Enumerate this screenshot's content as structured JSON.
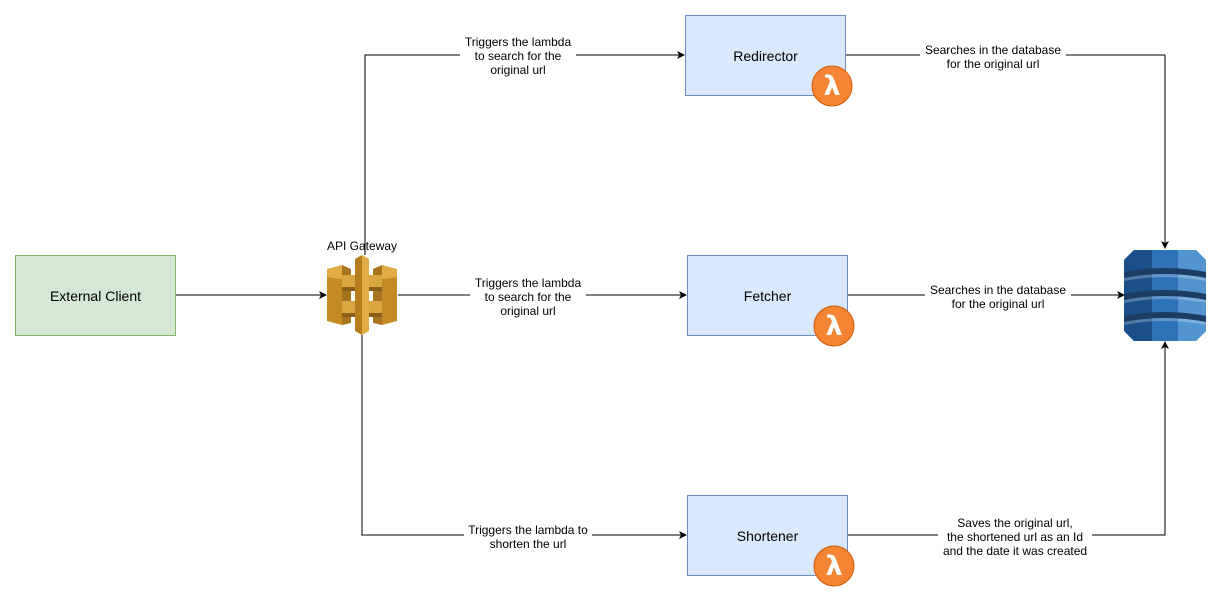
{
  "nodes": {
    "client": "External Client",
    "redirector": "Redirector",
    "fetcher": "Fetcher",
    "shortener": "Shortener"
  },
  "gateway_label": "API Gateway",
  "edges": {
    "gw_redirector": "Triggers the lambda\nto search for the\noriginal url",
    "gw_fetcher": "Triggers the lambda\nto search for the\noriginal url",
    "gw_shortener": "Triggers the lambda to\nshorten the url",
    "redirector_db": "Searches in the database\nfor the original url",
    "fetcher_db": "Searches in the database\nfor the original url",
    "shortener_db": "Saves the original url,\nthe shortened url as an Id\nand the date it was created"
  },
  "icons": {
    "gateway": "api-gateway-icon",
    "lambda": "lambda-icon",
    "database": "dynamodb-icon",
    "lambda_glyph": "λ"
  },
  "colors": {
    "client_fill": "#d5e8d4",
    "client_border": "#82b366",
    "lambda_fill": "#dae8fc",
    "lambda_border": "#6c8ebf",
    "lambda_icon": "#f58534",
    "gateway_icon": "#d9a741",
    "db_icon": "#2e73b8"
  }
}
